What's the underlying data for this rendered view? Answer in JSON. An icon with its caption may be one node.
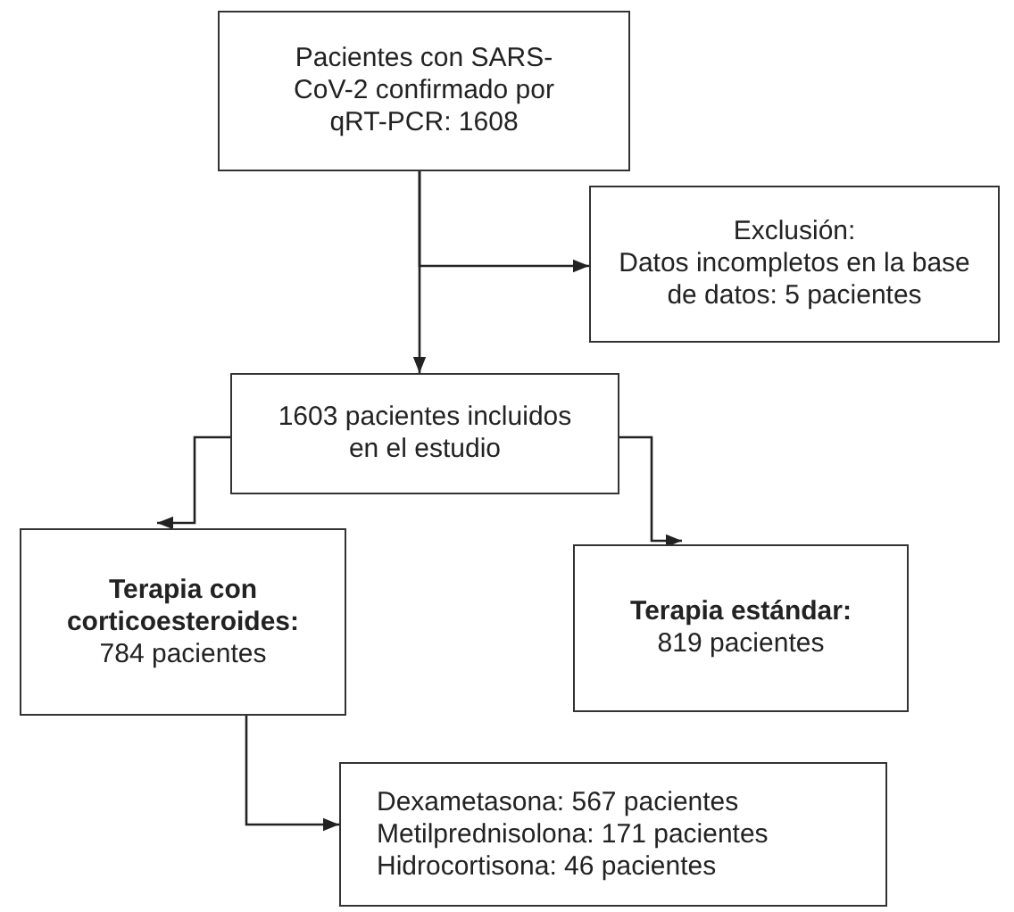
{
  "diagram": {
    "nodes": [
      {
        "text": [
          "Pacientes con SARS-CoV-2 confirmado por qRT-PCR: 1608"
        ]
      },
      {
        "text": [
          "Exclusión:",
          "Datos incompletos en la base de datos: 5 pacientes"
        ]
      },
      {
        "text": [
          "1603 pacientes incluidos en el estudio"
        ]
      },
      {
        "text": [
          "Terapia con corticoesteroides:",
          "784 pacientes"
        ]
      },
      {
        "text": [
          "Terapia estándar:",
          "819 pacientes"
        ]
      },
      {
        "text": [
          "Dexametasona: 567 pacientes",
          "Metilprednisolona: 171 pacientes",
          "Hidrocortisona: 46 pacientes"
        ]
      }
    ],
    "edges": [
      {
        "from": 0,
        "to": 2,
        "arrow": "to"
      },
      {
        "from": 0,
        "to": 1,
        "arrow": "to"
      },
      {
        "from": 2,
        "to": 3,
        "arrow": "to"
      },
      {
        "from": 2,
        "to": 4,
        "arrow": "to"
      },
      {
        "from": 3,
        "to": 5,
        "arrow": "to"
      }
    ]
  }
}
